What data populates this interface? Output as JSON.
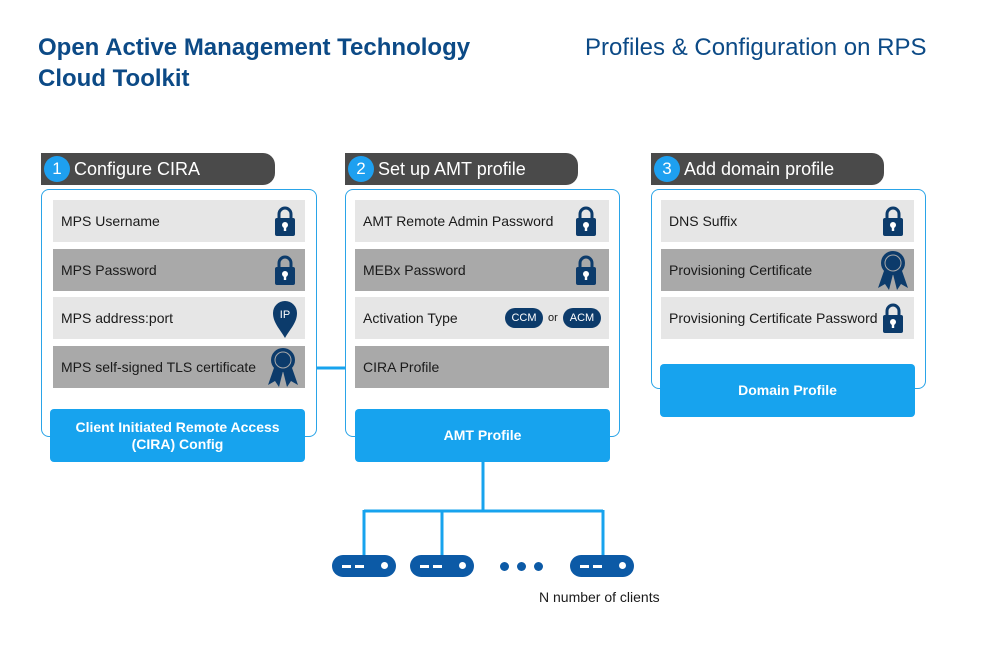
{
  "header": {
    "title": "Open Active Management Technology Cloud Toolkit",
    "subtitle": "Profiles & Configuration on RPS"
  },
  "steps": [
    {
      "number": "1",
      "label": "Configure CIRA",
      "rows": [
        "MPS Username",
        "MPS Password",
        "MPS address:port",
        "MPS self-signed TLS certificate"
      ],
      "row_icons": [
        "lock-icon",
        "lock-icon",
        "ip-pin-icon",
        "certificate-ribbon-icon"
      ],
      "icon_text": "IP",
      "output": "Client Initiated Remote Access (CIRA) Config"
    },
    {
      "number": "2",
      "label": "Set up AMT profile",
      "rows": [
        "AMT Remote Admin Password",
        "MEBx Password",
        "Activation Type",
        "CIRA Profile"
      ],
      "row_icons": [
        "lock-icon",
        "lock-icon",
        "",
        ""
      ],
      "activation_options": [
        "CCM",
        "ACM"
      ],
      "or_text": "or",
      "output": "AMT Profile"
    },
    {
      "number": "3",
      "label": "Add domain profile",
      "rows": [
        "DNS Suffix",
        "Provisioning Certificate",
        "Provisioning Certificate Password"
      ],
      "row_icons": [
        "lock-icon",
        "certificate-ribbon-icon",
        "lock-icon"
      ],
      "output": "Domain Profile"
    }
  ],
  "clients": {
    "label": "N number of clients"
  },
  "colors": {
    "title": "#0c4a86",
    "accent": "#17a3ee",
    "panel_border": "#2aa4e8",
    "dark_navy": "#0c3b6b",
    "tab": "#4a4a4a"
  }
}
